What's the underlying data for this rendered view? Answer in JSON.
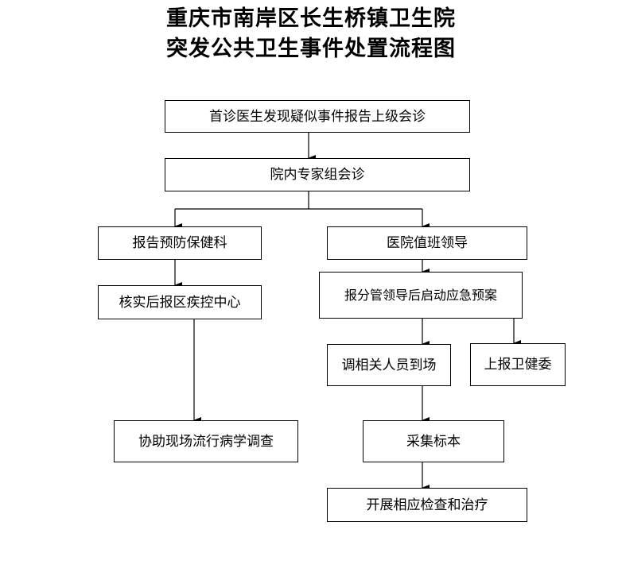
{
  "title": {
    "line1": "重庆市南岸区长生桥镇卫生院",
    "line2": "突发公共卫生事件处置流程图"
  },
  "nodes": {
    "first_doctor_report": "首诊医生发现疑似事件报告上级会诊",
    "expert_consultation": "院内专家组会诊",
    "report_health_dept": "报告预防保健科",
    "hospital_leader": "医院值班领导",
    "verify_report_cdc": "核实后报区疾控中心",
    "report_start_plan": "报分管领导后启动应急预案",
    "dispatch_staff": "调相关人员到场",
    "report_health_committee": "上报卫健委",
    "assist_investigation": "协助现场流行病学调查",
    "collect_samples": "采集标本",
    "examination_treatment": "开展相应检查和治疗"
  }
}
